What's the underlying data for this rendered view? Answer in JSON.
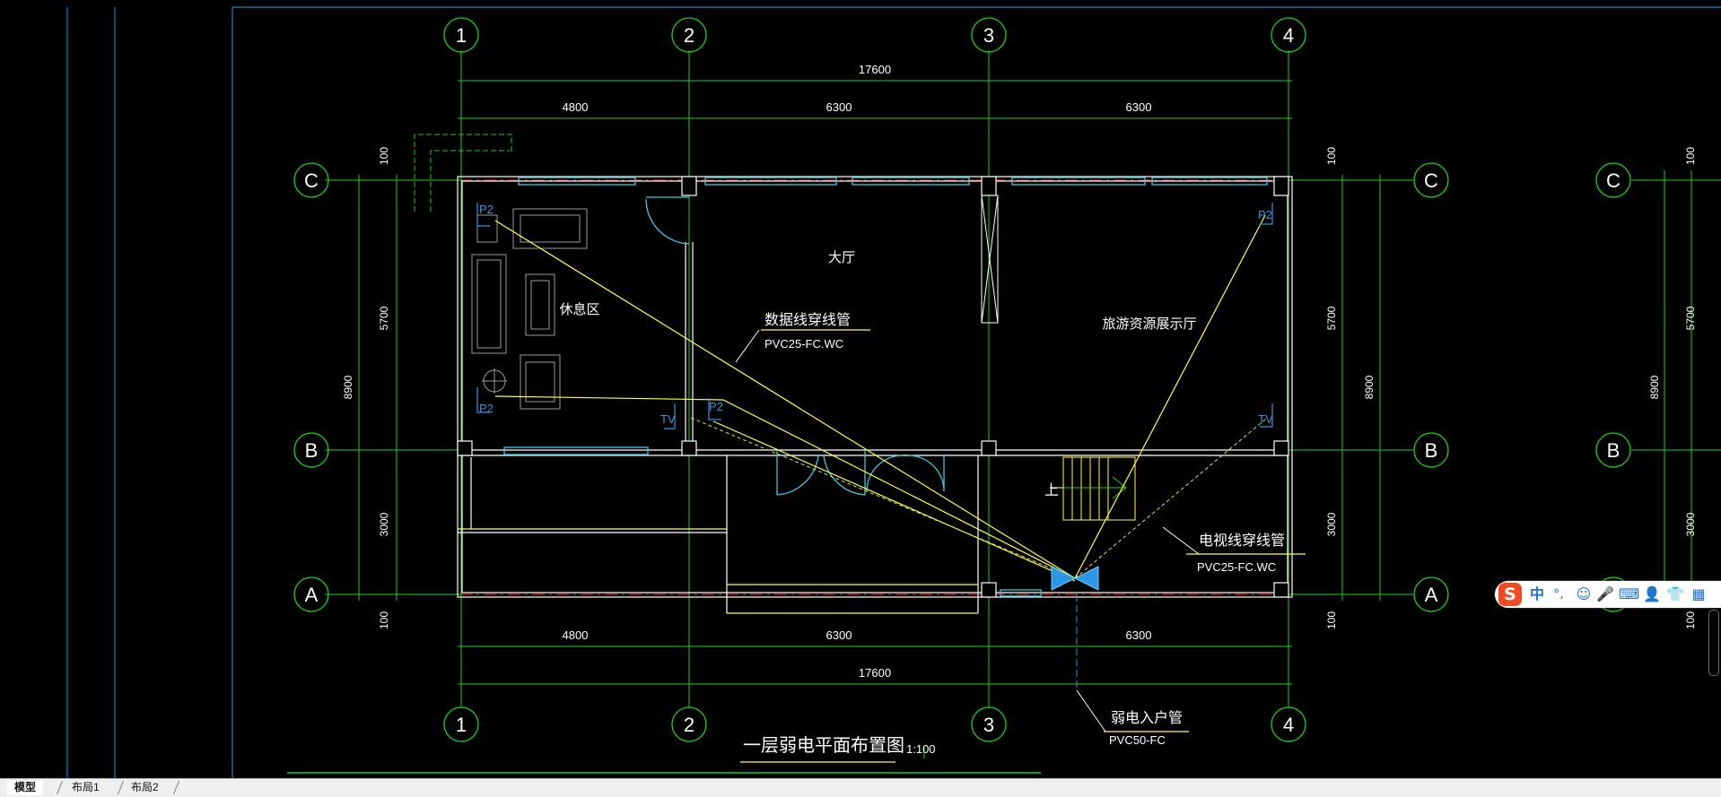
{
  "drawing": {
    "title": "一层弱电平面布置图",
    "scale": "1:100",
    "rooms": {
      "hall": "大厅",
      "rest_area": "休息区",
      "tourism_exhibition": "旅游资源展示厅"
    },
    "axes": {
      "columns": [
        "1",
        "2",
        "3",
        "4"
      ],
      "rows": [
        "C",
        "B",
        "A"
      ],
      "right_view_rows": [
        "C",
        "B",
        "A"
      ]
    },
    "dimensions": {
      "top_total": "17600",
      "top_segments": [
        "4800",
        "6300",
        "6300"
      ],
      "bottom_segments": [
        "4800",
        "6300",
        "6300"
      ],
      "bottom_total": "17600",
      "left_vertical": [
        "100",
        "5700",
        "8900",
        "3000",
        "100"
      ],
      "right_vertical": [
        "100",
        "5700",
        "8900",
        "3000",
        "100"
      ],
      "right_view_vertical": [
        "100",
        "5700",
        "8900",
        "3000",
        "100"
      ]
    },
    "annotations": {
      "data_conduit": {
        "title": "数据线穿线管",
        "spec": "PVC25-FC.WC"
      },
      "tv_conduit": {
        "title": "电视线穿线管",
        "spec": "PVC25-FC.WC"
      },
      "service_entry": {
        "title": "弱电入户管",
        "spec": "PVC50-FC"
      },
      "stair_up": "上"
    },
    "outlets": {
      "data": [
        "P2",
        "P2",
        "P2",
        "P2"
      ],
      "tv": [
        "TV",
        "TV"
      ]
    }
  },
  "colors": {
    "background": "#000000",
    "wall": "#ffffff",
    "axis_red": "#ff2a2a",
    "grid_green": "#19d219",
    "window_cyan": "#3ec9df",
    "wire_yellow": "#ffff3c",
    "outlet_blue": "#2a98e6",
    "frame_blue": "#1d6a9e"
  },
  "tabs": [
    "模型",
    "布局1",
    "布局2"
  ],
  "ime": {
    "lang": "中",
    "punct": "°,"
  }
}
